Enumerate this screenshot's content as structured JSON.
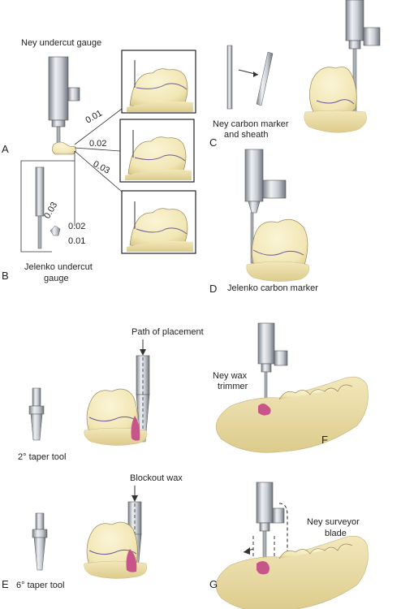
{
  "panels": {
    "A": "A",
    "B": "B",
    "C": "C",
    "D": "D",
    "E1": "E",
    "F": "F",
    "G": "G"
  },
  "labels": {
    "ney_gauge": "Ney undercut gauge",
    "jelenko_gauge_1": "Jelenko undercut",
    "jelenko_gauge_2": "gauge",
    "ney_carbon_1": "Ney carbon marker",
    "ney_carbon_2": "and sheath",
    "jelenko_carbon": "Jelenko carbon marker",
    "path_of_placement": "Path of placement",
    "ney_wax_1": "Ney wax",
    "ney_wax_2": "trimmer",
    "taper2": "2° taper tool",
    "blockout_wax": "Blockout wax",
    "ney_blade_1": "Ney surveyor",
    "ney_blade_2": "blade",
    "taper6": "6° taper tool"
  },
  "measurements": {
    "m1": "0.01",
    "m2": "0.02",
    "m3": "0.03",
    "j1": "0.03",
    "j2": "0.02",
    "j3": "0.01"
  },
  "colors": {
    "tooth": "#f1e6b4",
    "tooth_shade": "#ddcb8a",
    "gum": "#e9dba0",
    "metal_light": "#eef0f3",
    "metal_mid": "#b9bec5",
    "metal_dark": "#7d848d",
    "survey_line": "#6a5a9a",
    "wax": "#c8558a"
  }
}
